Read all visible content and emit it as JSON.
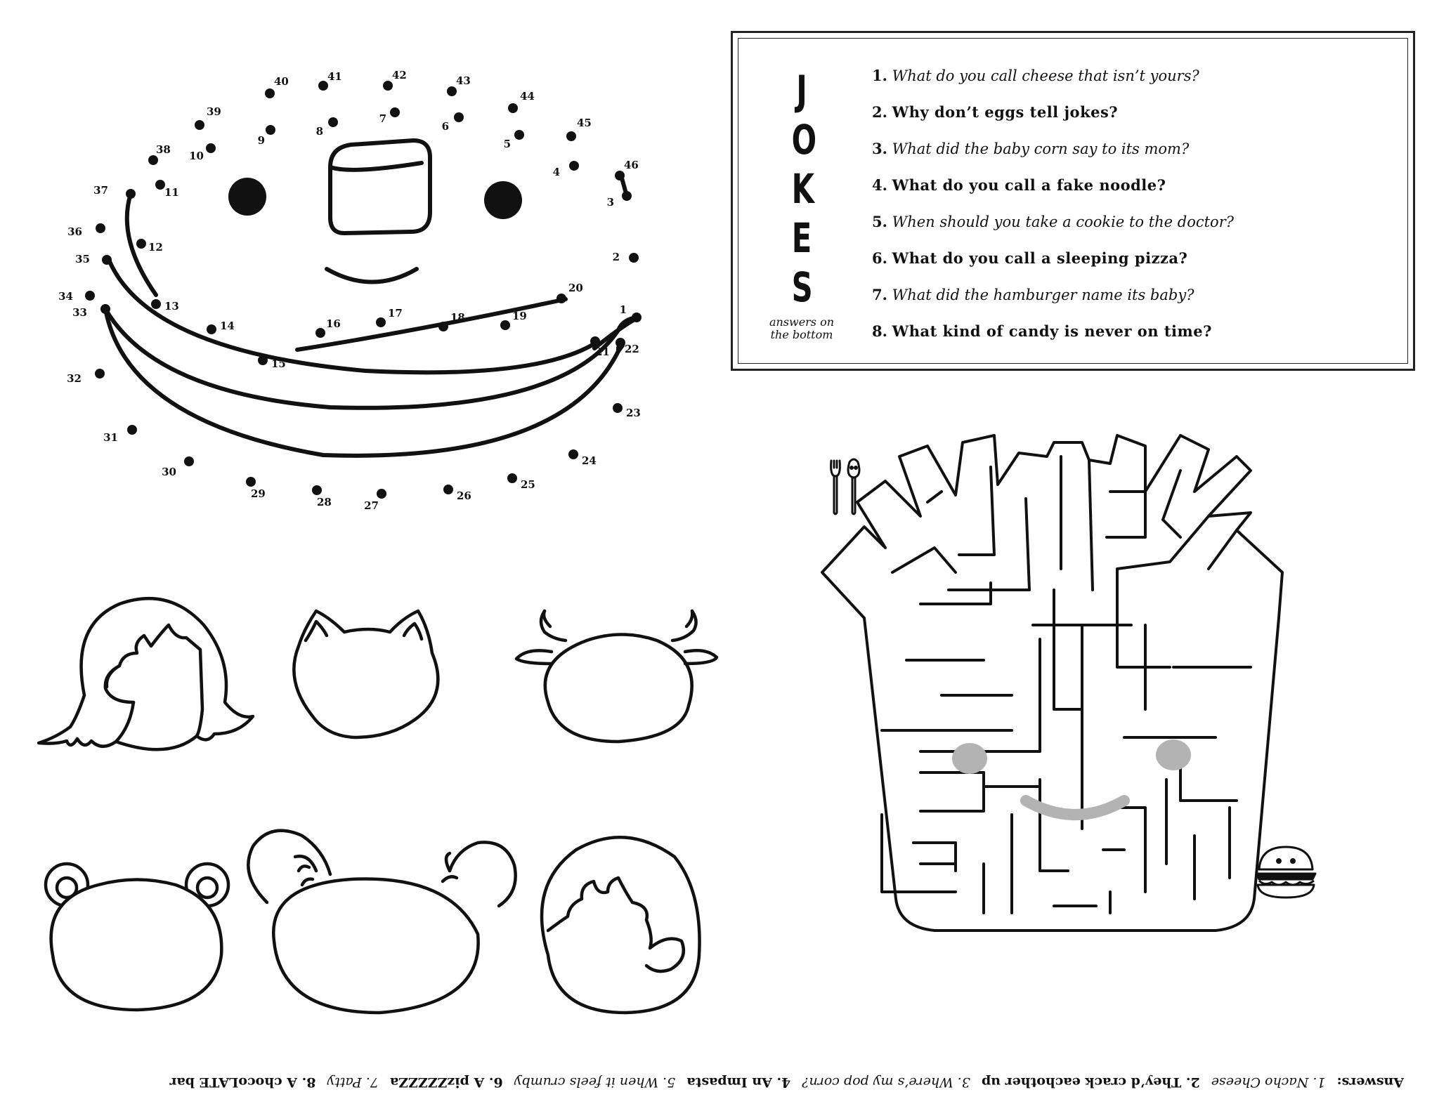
{
  "dot_to_dot": {
    "dots": [
      {
        "n": "1"
      },
      {
        "n": "2"
      },
      {
        "n": "3"
      },
      {
        "n": "4"
      },
      {
        "n": "5"
      },
      {
        "n": "6"
      },
      {
        "n": "7"
      },
      {
        "n": "8"
      },
      {
        "n": "9"
      },
      {
        "n": "10"
      },
      {
        "n": "11"
      },
      {
        "n": "12"
      },
      {
        "n": "13"
      },
      {
        "n": "14"
      },
      {
        "n": "15"
      },
      {
        "n": "16"
      },
      {
        "n": "17"
      },
      {
        "n": "18"
      },
      {
        "n": "19"
      },
      {
        "n": "20"
      },
      {
        "n": "21"
      },
      {
        "n": "22"
      },
      {
        "n": "23"
      },
      {
        "n": "24"
      },
      {
        "n": "25"
      },
      {
        "n": "26"
      },
      {
        "n": "27"
      },
      {
        "n": "28"
      },
      {
        "n": "29"
      },
      {
        "n": "30"
      },
      {
        "n": "31"
      },
      {
        "n": "32"
      },
      {
        "n": "33"
      },
      {
        "n": "34"
      },
      {
        "n": "35"
      },
      {
        "n": "36"
      },
      {
        "n": "37"
      },
      {
        "n": "38"
      },
      {
        "n": "39"
      },
      {
        "n": "40"
      },
      {
        "n": "41"
      },
      {
        "n": "42"
      },
      {
        "n": "43"
      },
      {
        "n": "44"
      },
      {
        "n": "45"
      },
      {
        "n": "46"
      }
    ]
  },
  "jokes": {
    "title_letters": [
      "J",
      "O",
      "K",
      "E",
      "S"
    ],
    "note_line1": "answers on",
    "note_line2": "the bottom",
    "items": [
      {
        "num": "1.",
        "text": "What do you call cheese that isn’t yours?",
        "style": "italic"
      },
      {
        "num": "2.",
        "text": "Why don’t eggs tell jokes?",
        "style": "bold"
      },
      {
        "num": "3.",
        "text": "What did the baby corn say to its mom?",
        "style": "italic"
      },
      {
        "num": "4.",
        "text": "What do you call a fake noodle?",
        "style": "bold"
      },
      {
        "num": "5.",
        "text": "When should you take a cookie to the doctor?",
        "style": "italic"
      },
      {
        "num": "6.",
        "text": "What do you call a sleeping pizza?",
        "style": "bold"
      },
      {
        "num": "7.",
        "text": "What did the hamburger name its baby?",
        "style": "italic"
      },
      {
        "num": "8.",
        "text": "What kind of candy is never on time?",
        "style": "bold"
      }
    ]
  },
  "answers": {
    "label": "Answers:",
    "a1": "1. Nacho Cheese",
    "a2": "2. They’d crack eachother up",
    "a3": "3. Where’s my pop corn?",
    "a4": "4. An Impasta",
    "a5": "5. When it feels crumby",
    "a6": "6. A pizZZZZZa",
    "a7": "7. Patty",
    "a8": "8. A chocoLATE bar"
  },
  "colors": {
    "ink": "#111111",
    "cheek_gray": "#b3b3b3",
    "paper": "#ffffff"
  },
  "icons": [
    "fork-icon",
    "spoon-icon",
    "burger-icon"
  ]
}
